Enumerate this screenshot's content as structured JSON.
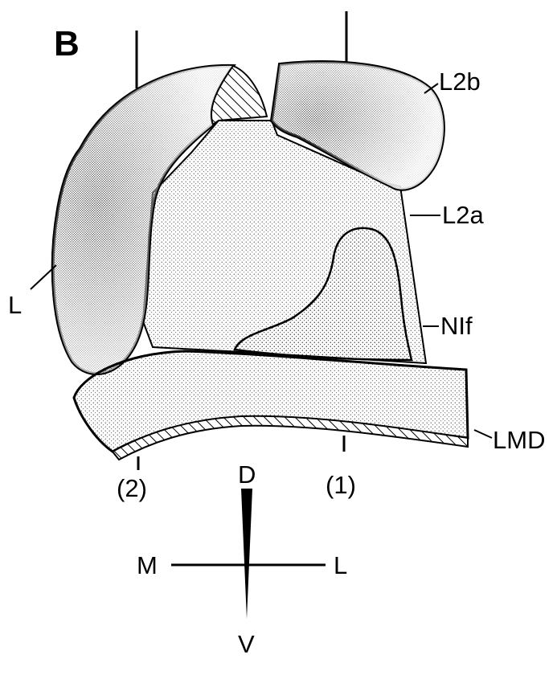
{
  "panel_label": "B",
  "structure_labels": {
    "l2b": "L2b",
    "l2a": "L2a",
    "l": "L",
    "nif": "NIf",
    "lmd": "LMD"
  },
  "section_markers": {
    "marker_1": "(1)",
    "marker_2": "(2)"
  },
  "orientation": {
    "dorsal": "D",
    "ventral": "V",
    "medial": "M",
    "lateral": "L"
  },
  "colors": {
    "ink": "#000000",
    "paper": "#ffffff"
  }
}
